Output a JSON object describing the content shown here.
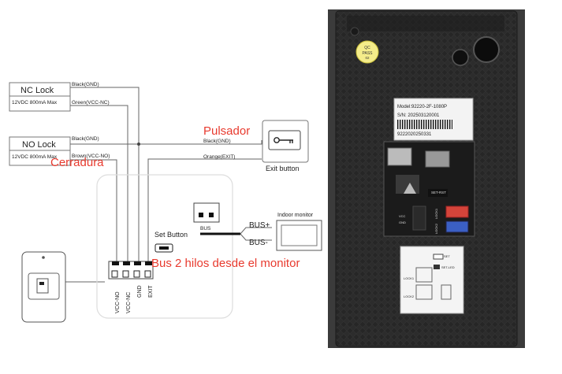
{
  "nc_lock": {
    "title": "NC Lock",
    "spec": "12VDC 800mA Max",
    "wire_top": "Black(GND)",
    "wire_bottom": "Green(VCC-NC)"
  },
  "no_lock": {
    "title": "NO Lock",
    "spec": "12VDC 800mA Max",
    "wire_top": "Black(GND)",
    "wire_bottom": "Brown(VCC-NO)"
  },
  "annotations": {
    "pulsador": "Pulsador",
    "cerradura": "Cerradura",
    "bus_monitor": "Bus  2 hilos desde el monitor"
  },
  "exit_button": {
    "wire_top": "Black(GND)",
    "wire_bottom": "Orange(EXIT)",
    "label": "Exit button"
  },
  "terminals": [
    "VCC-NO",
    "VCC-NC",
    "GND",
    "EXIT"
  ],
  "bus_connector": {
    "label": "BUS",
    "plus": "BUS+",
    "minus": "BUS-"
  },
  "set_button": {
    "label": "Set Button"
  },
  "indoor_monitor": {
    "label": "Indoor monitor"
  },
  "device_photo": {
    "label_model": "Model:92220-2F-1080P",
    "label_sn": "S/N: 202503120001",
    "label_barcode_text": "9222020250331",
    "qc_sticker": [
      "QC",
      "PASS",
      "02"
    ],
    "board_labels": [
      "SET-RST",
      "LOCK1",
      "LOCK2",
      "VCC",
      "GND",
      "SET",
      "SET-LED"
    ]
  },
  "colors": {
    "annotation_red": "#e83a2e",
    "line": "#555555",
    "device_body": "#2a2a2a"
  }
}
